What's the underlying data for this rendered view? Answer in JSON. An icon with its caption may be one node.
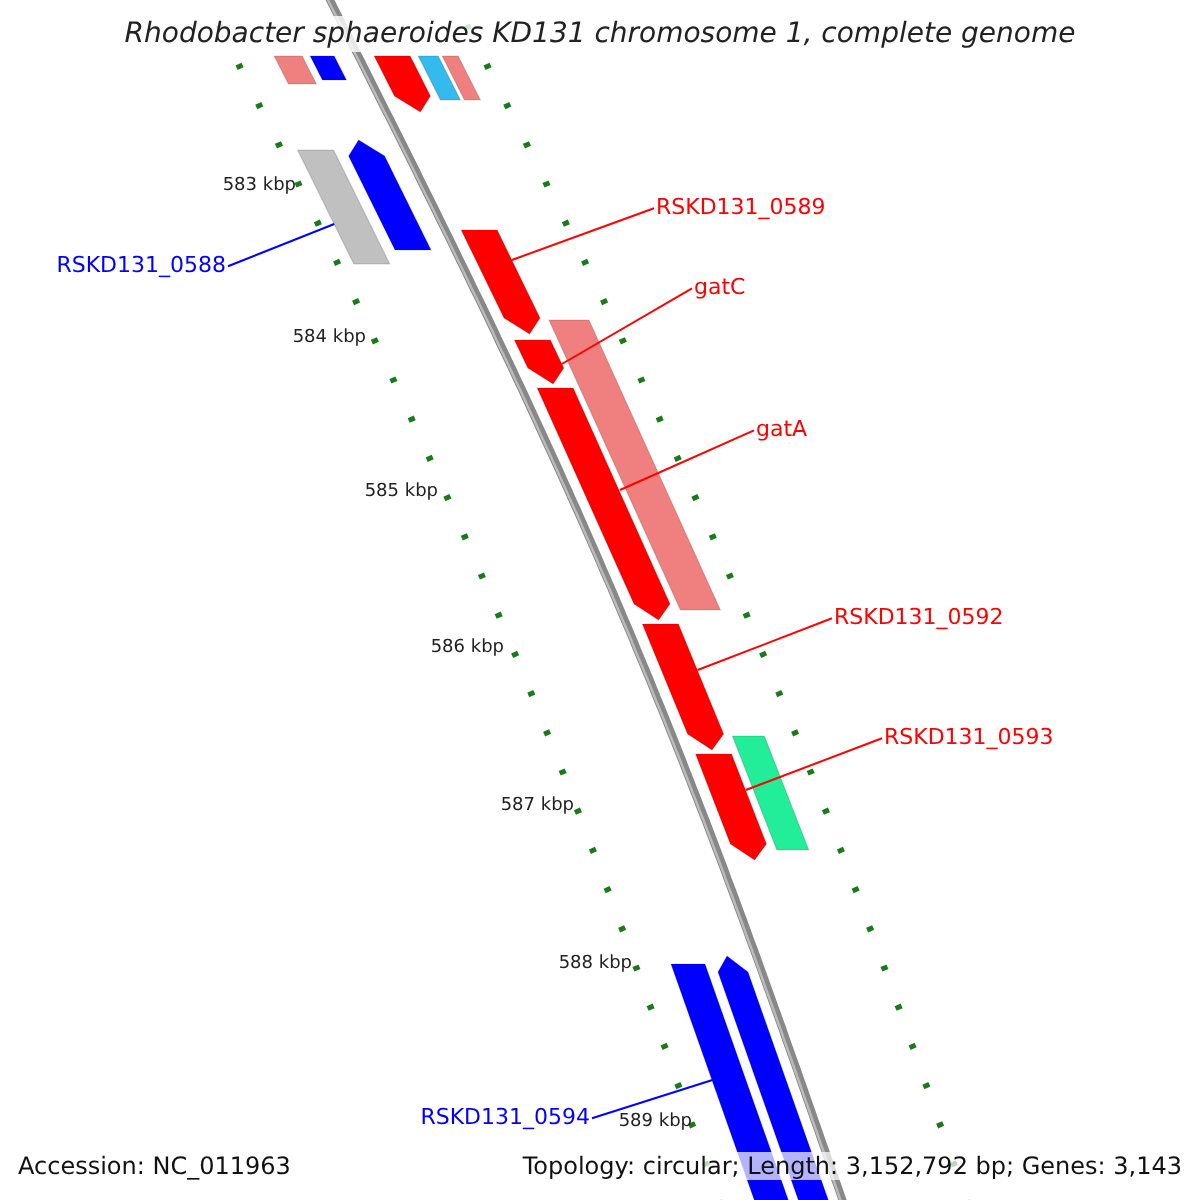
{
  "diagram": {
    "title": "Rhodobacter sphaeroides KD131 chromosome 1, complete genome",
    "nodes": [
      {
        "text": [
          "RSKD131_0589"
        ]
      },
      {
        "text": [],
        "shape": "bar"
      },
      {
        "text": [
          "RSKD131_0588"
        ]
      },
      {
        "text": [],
        "shape": "bar"
      },
      {
        "text": [
          "gatC"
        ]
      },
      {
        "text": [],
        "shape": "bar"
      },
      {
        "text": [
          "gatA"
        ]
      },
      {
        "text": [],
        "shape": "bar"
      },
      {
        "text": [
          "RSKD131_0592"
        ]
      },
      {
        "text": [],
        "shape": "bar"
      },
      {
        "text": [
          "RSKD131_0593"
        ]
      },
      {
        "text": [],
        "shape": "bar"
      },
      {
        "text": [
          "RSKD131_0594"
        ]
      },
      {
        "text": [],
        "shape": "bar"
      },
      {
        "text": [],
        "shape": "bar"
      },
      {
        "text": [],
        "shape": "bar"
      },
      {
        "text": [],
        "shape": "bar"
      },
      {
        "text": [],
        "shape": "bar"
      },
      {
        "text": [],
        "shape": "bar"
      },
      {
        "text": [],
        "shape": "bar"
      },
      {
        "text": [],
        "shape": "bar"
      },
      {
        "text": [],
        "shape": "bar"
      },
      {
        "text": [],
        "shape": "bar"
      }
    ],
    "edges": [
      {
        "from": 0,
        "to": 1,
        "arrow": "none"
      },
      {
        "from": 2,
        "to": 3,
        "arrow": "none",
        "color": "#0000ff"
      },
      {
        "from": 4,
        "to": 5,
        "arrow": "none"
      },
      {
        "from": 6,
        "to": 7,
        "arrow": "none"
      },
      {
        "from": 8,
        "to": 9,
        "arrow": "none"
      },
      {
        "from": 10,
        "to": 11,
        "arrow": "none"
      },
      {
        "from": 12,
        "to": 13,
        "arrow": "none",
        "color": "#0000ff"
      }
    ],
    "labels": [
      "583 kbp",
      "584 kbp",
      "585 kbp",
      "586 kbp",
      "587 kbp",
      "588 kbp",
      "589 kbp",
      "Accession: NC_011963",
      "Topology: circular; Length: 3,152,792 bp; Genes: 3,143"
    ]
  }
}
